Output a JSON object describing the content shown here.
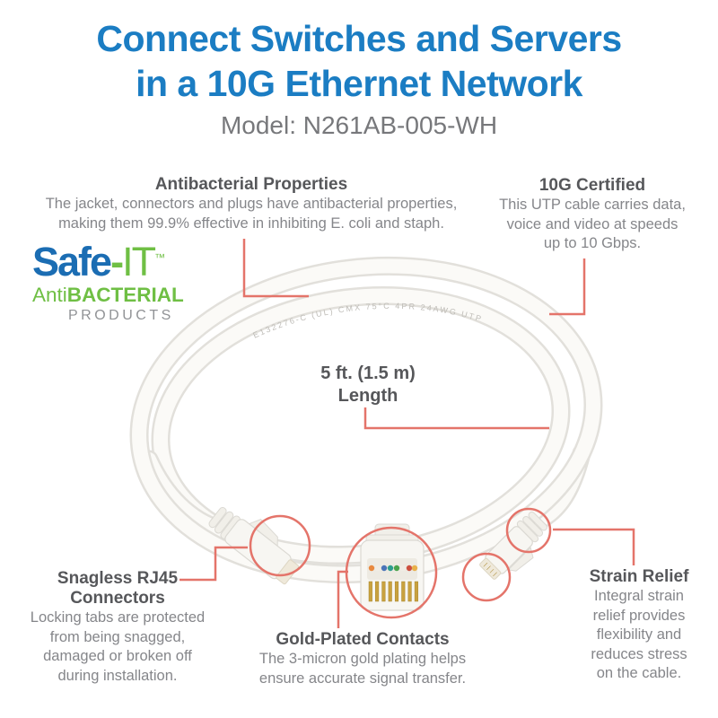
{
  "title": {
    "line1": "Connect Switches and Servers",
    "line2": "in a 10G Ethernet Network",
    "color": "#1b7dc3"
  },
  "model": {
    "label": "Model: N261AB-005-WH"
  },
  "logo": {
    "brand": "Safe",
    "hyphen": "-",
    "suffix": "IT",
    "trademark": "™",
    "tagline_light": "Anti",
    "tagline_bold": "BACTERIAL",
    "products": "PRODUCTS",
    "blue": "#1b6db3",
    "green": "#6fbf44",
    "gray": "#919396"
  },
  "colors": {
    "callout": "#e4746a",
    "heading": "#56575a",
    "body": "#85868a"
  },
  "callouts": {
    "antibacterial": {
      "title": "Antibacterial Properties",
      "lines": [
        "The jacket, connectors and plugs have antibacterial properties,",
        "making them 99.9% effective in inhibiting E. coli and staph."
      ]
    },
    "certified": {
      "title": "10G Certified",
      "lines": [
        "This UTP cable carries data,",
        "voice and video at speeds",
        "up to 10 Gbps."
      ]
    },
    "length": {
      "line1": "5 ft. (1.5 m)",
      "line2": "Length"
    },
    "snagless": {
      "title_line1": "Snagless RJ45",
      "title_line2": "Connectors",
      "lines": [
        "Locking tabs are protected",
        "from being snagged,",
        "damaged or broken off",
        "during installation."
      ]
    },
    "gold": {
      "title": "Gold-Plated Contacts",
      "lines": [
        "The 3-micron gold plating helps",
        "ensure accurate signal transfer."
      ]
    },
    "strain": {
      "title": "Strain Relief",
      "lines": [
        "Integral strain",
        "relief provides",
        "flexibility and",
        "reduces stress",
        "on the cable."
      ]
    }
  },
  "cable": {
    "print": "E132276-C (UL) CMX 75°C 4PR 24AWG UTP"
  }
}
